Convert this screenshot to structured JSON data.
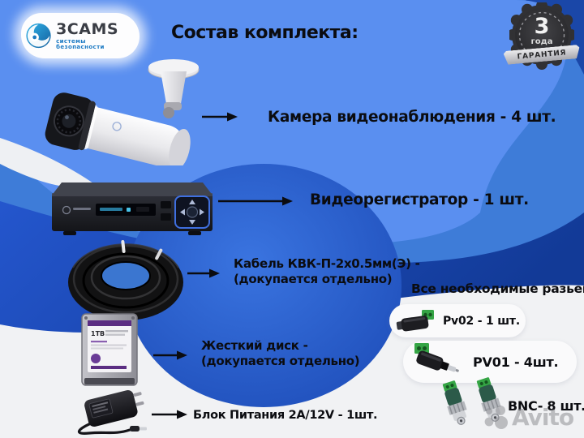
{
  "logo": {
    "brand": "3CAMS",
    "subtitle": "системы безопасности"
  },
  "title": "Состав комплекта:",
  "badge": {
    "number": "3",
    "unit": "года",
    "label": "ГАРАНТИЯ"
  },
  "items": [
    {
      "name": "camera",
      "label": "Камера видеонаблюдения - 4 шт."
    },
    {
      "name": "dvr",
      "label": "Видеорегистратор - 1 шт."
    },
    {
      "name": "cable",
      "line1": "Кабель КВК-П-2х0.5мм(Э) -",
      "line2": "(докупается отдельно)"
    },
    {
      "name": "hdd",
      "line1": "Жесткий диск -",
      "line2": "(докупается отдельно)"
    },
    {
      "name": "psu",
      "label": "Блок Питания 2А/12V - 1шт."
    }
  ],
  "connectors": {
    "title": "Все необходимые разьемы",
    "items": [
      {
        "label": "Pv02 - 1 шт."
      },
      {
        "label": "PV01 - 4шт."
      },
      {
        "label": "BNC- 8 шт."
      }
    ]
  },
  "hdd_sticker": {
    "capacity": "1TB"
  },
  "watermark": {
    "text": "Avito",
    "logo": "avito-dots-icon"
  },
  "colors": {
    "light_blue": "#5a8ff0",
    "medium_blue": "#3e7cd8",
    "navy": "#1d4cb8",
    "white_bg": "#f1f2f4",
    "text": "#0b0c10",
    "connector_green": "#35a545"
  }
}
